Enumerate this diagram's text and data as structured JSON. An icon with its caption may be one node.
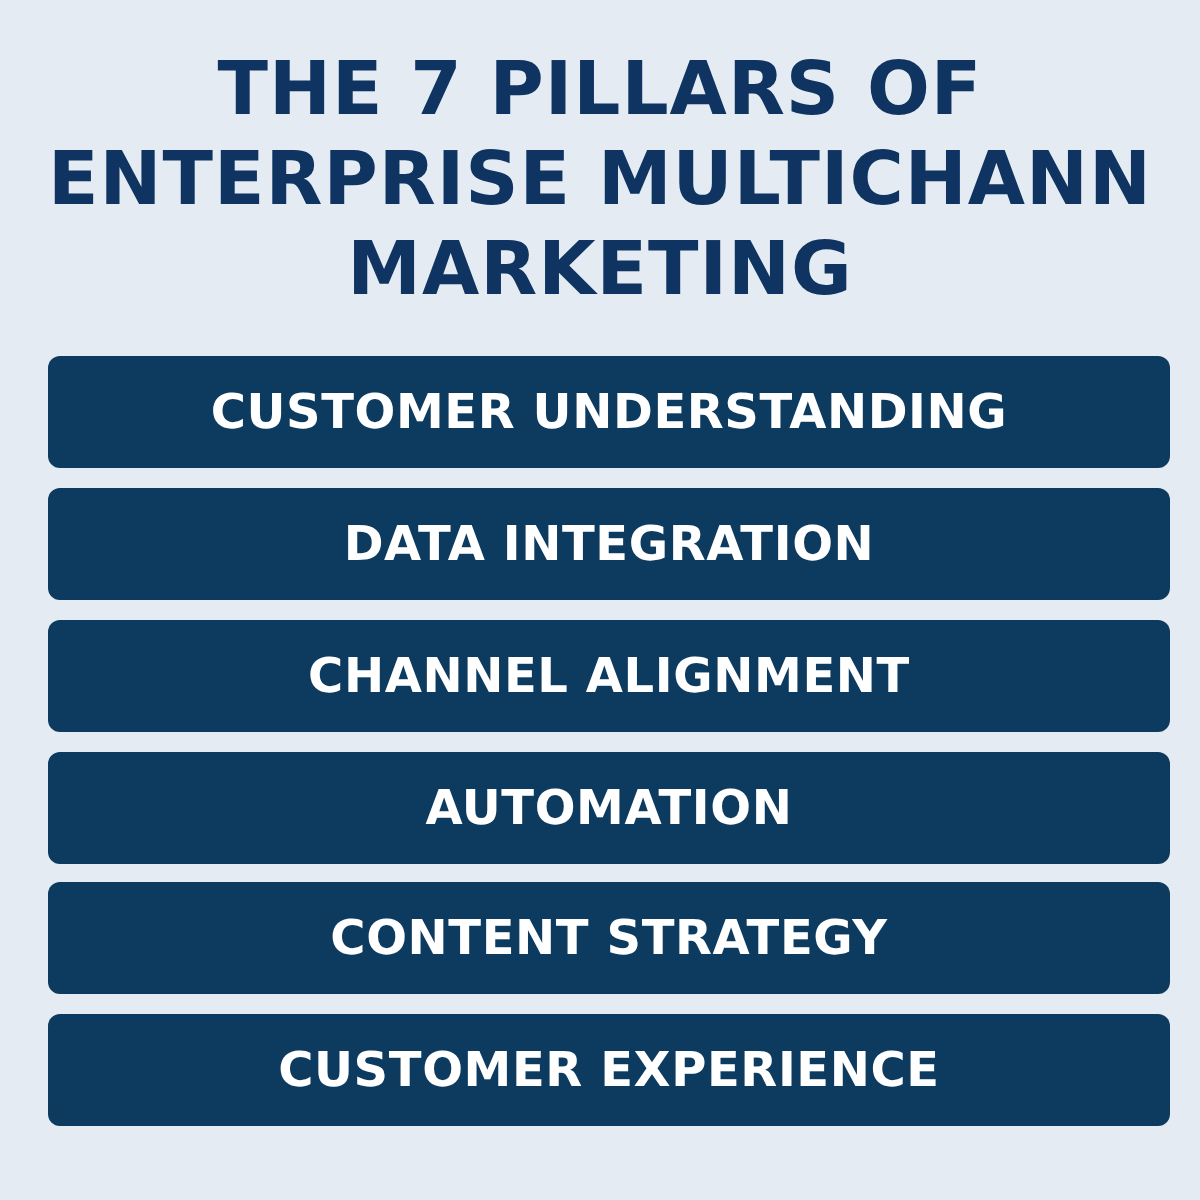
{
  "diagram": {
    "title": "THE 7 PILLARS OF ENTERPRISE MULTICHANN MARKETING",
    "nodes": [
      {
        "text": [
          "CUSTOMER UNDERSTANDING"
        ]
      },
      {
        "text": [
          "DATA INTEGRATION"
        ]
      },
      {
        "text": [
          "CHANNEL ALIGNMENT"
        ]
      },
      {
        "text": [
          "AUTOMATION"
        ]
      },
      {
        "text": [
          "CONTENT STRATEGY"
        ]
      },
      {
        "text": [
          "CUSTOMER EXPERIENCE"
        ]
      }
    ]
  }
}
